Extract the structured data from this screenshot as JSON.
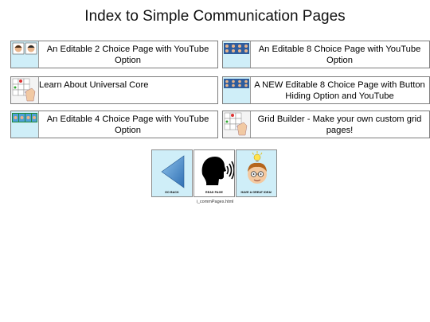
{
  "page": {
    "title": "Index to Simple Communication Pages"
  },
  "cards": [
    {
      "label": "An Editable 2 Choice Page with YouTube Option",
      "icon": "two-faces-icon"
    },
    {
      "label": "An Editable 8 Choice Page with YouTube Option",
      "icon": "eight-grid-icon"
    },
    {
      "label": "Learn About Universal Core",
      "icon": "universal-core-grid-icon"
    },
    {
      "label": "A NEW Editable 8 Choice Page with Button Hiding Option and YouTube",
      "icon": "eight-grid-new-icon"
    },
    {
      "label": "An Editable 4 Choice Page with YouTube Option",
      "icon": "four-choice-icon"
    },
    {
      "label": "Grid Builder - Make your own custom grid pages!",
      "icon": "grid-builder-icon"
    }
  ],
  "nav": {
    "go_back": "GO BACK",
    "read_page": "READ PAGE",
    "great_idea": "HAVE A GREAT IDEA!"
  },
  "footer": {
    "filename": "i_commPages.html"
  },
  "colors": {
    "tile_bg": "#cfeef8",
    "border": "#7d7d7d",
    "back_arrow": "#3b7fc4"
  }
}
